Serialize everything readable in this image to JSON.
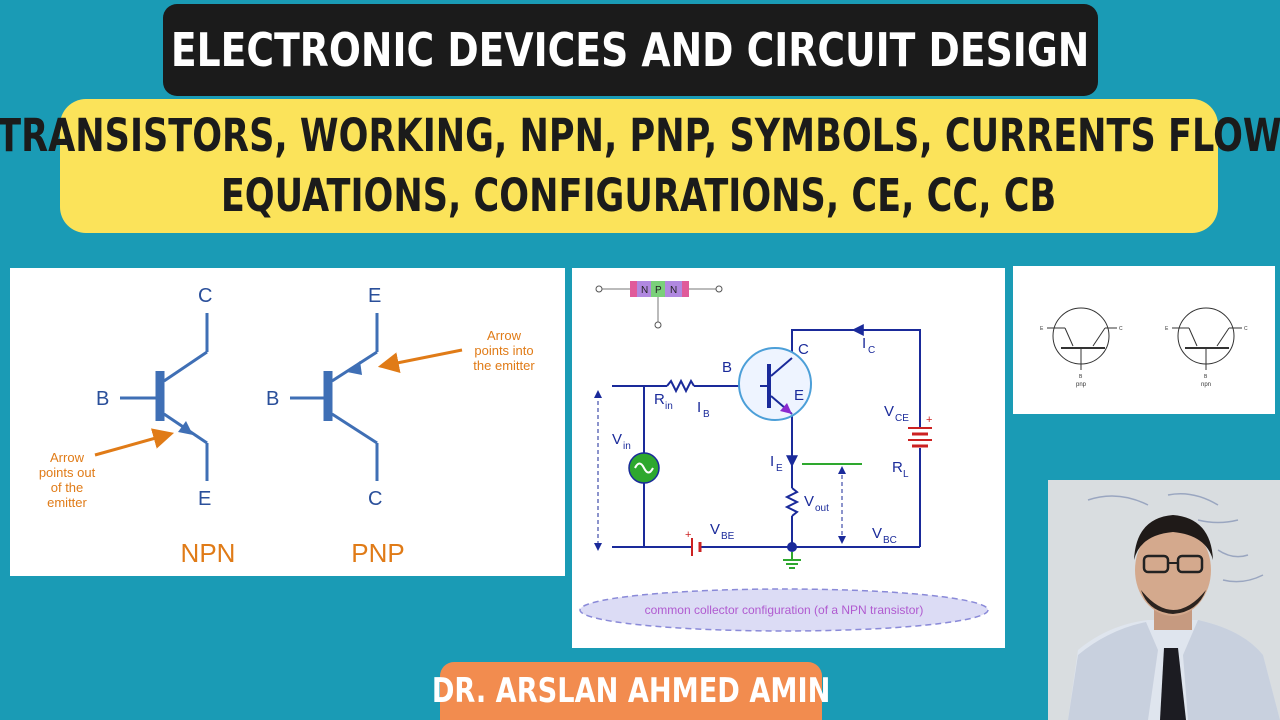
{
  "title": "ELECTRONIC DEVICES AND CIRCUIT DESIGN",
  "subtitle": {
    "line1": "TRANSISTORS, WORKING, NPN, PNP, SYMBOLS, CURRENTS FLOW",
    "line2": "EQUATIONS, CONFIGURATIONS, CE, CC, CB"
  },
  "symbols_panel": {
    "npn": {
      "c": "C",
      "b": "B",
      "e": "E",
      "arrow_note": [
        "Arrow",
        "points out",
        "of the",
        "emitter"
      ],
      "name": "NPN"
    },
    "pnp": {
      "e": "E",
      "b": "B",
      "c": "C",
      "arrow_note": [
        "Arrow",
        "points into",
        "the emitter"
      ],
      "name": "PNP"
    },
    "colors": {
      "symbol": "#3f6fb5",
      "label": "#2a4f9a",
      "accent": "#e07b17"
    }
  },
  "circuit_panel": {
    "block": {
      "n1": "N",
      "p": "P",
      "n2": "N"
    },
    "labels": {
      "b": "B",
      "c": "C",
      "e": "E",
      "rin": "R",
      "rin_sub": "in",
      "ib": "I",
      "ib_sub": "B",
      "ic": "I",
      "ic_sub": "C",
      "ie": "I",
      "ie_sub": "E",
      "vin": "V",
      "vin_sub": "in",
      "vce": "V",
      "vce_sub": "CE",
      "rl": "R",
      "rl_sub": "L",
      "vout": "V",
      "vout_sub": "out",
      "vbe": "V",
      "vbe_sub": "BE",
      "vbc": "V",
      "vbc_sub": "BC"
    },
    "caption": "common collector configuration (of a NPN transistor)",
    "colors": {
      "wire": "#1a2a9a",
      "battery": "#cc2222",
      "source": "#2ea82e",
      "caption": "#b05ad0",
      "ellipse": "#dcdcf5"
    }
  },
  "small_panel": {
    "pnp_label": "pnp",
    "npn_label": "npn",
    "e": "E",
    "c": "C",
    "b": "B"
  },
  "author": "DR. ARSLAN AHMED AMIN"
}
